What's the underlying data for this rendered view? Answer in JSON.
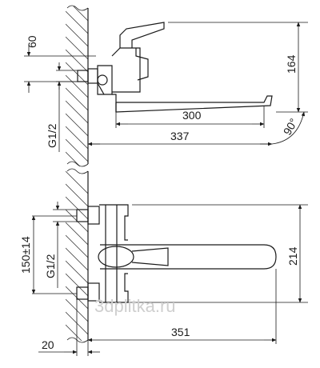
{
  "top_view": {
    "dim_60": "60",
    "dim_164": "164",
    "dim_g12": "G1/2",
    "dim_300": "300",
    "dim_337": "337",
    "dim_90": "90°"
  },
  "bottom_view": {
    "dim_150": "150±14",
    "dim_g12": "G1/2",
    "dim_214": "214",
    "dim_351": "351",
    "dim_20": "20"
  },
  "watermark": "3dplitka.ru"
}
